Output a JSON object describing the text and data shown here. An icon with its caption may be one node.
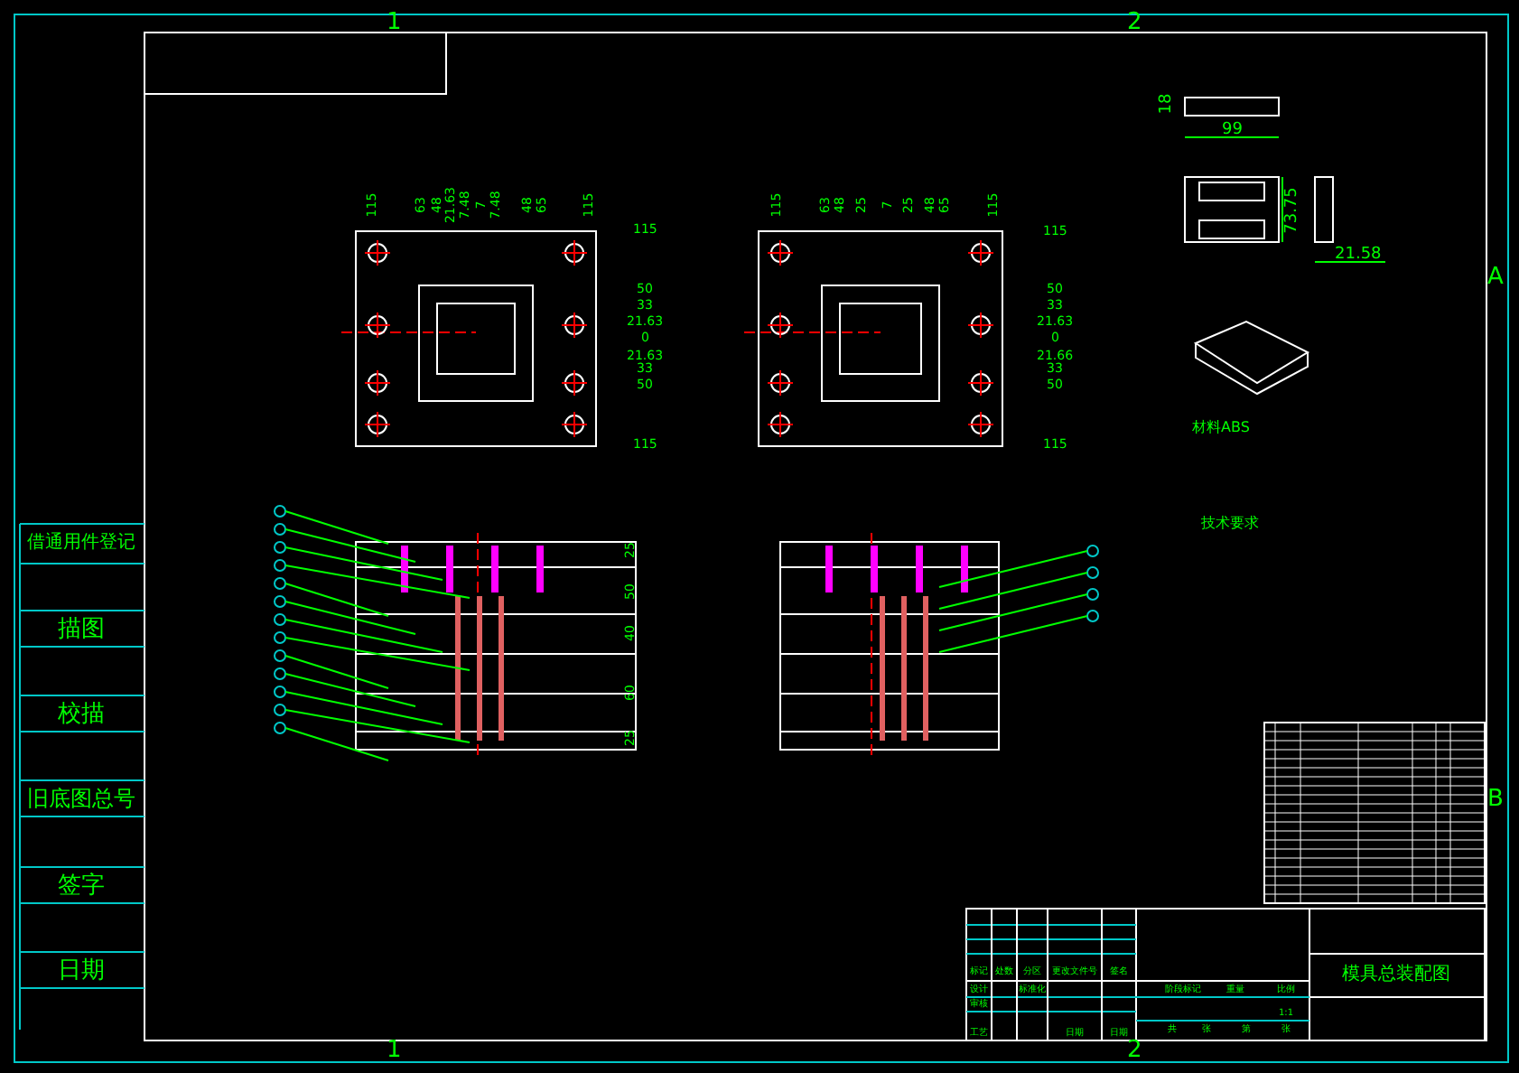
{
  "diagram": {
    "title": "模具总装配图",
    "labels": [
      "1",
      "2",
      "A",
      "B",
      "借通用件登记",
      "描图",
      "校描",
      "旧底图总号",
      "签字",
      "日期",
      "18",
      "99",
      "73.75",
      "21.58",
      "材料ABS",
      "技术要求",
      "115",
      "63",
      "48",
      "21.63",
      "7.48",
      "7",
      "7.48",
      "48",
      "65",
      "115",
      "115",
      "50",
      "33",
      "21.63",
      "0",
      "21.63",
      "33",
      "50",
      "115",
      "115",
      "63",
      "48",
      "25",
      "7",
      "25",
      "48",
      "65",
      "115",
      "115",
      "50",
      "33",
      "21.63",
      "0",
      "21.66",
      "33",
      "50",
      "115",
      "25",
      "50",
      "40",
      "60",
      "25",
      "标记",
      "处数",
      "分区",
      "更改文件号",
      "签名",
      "日期",
      "设计",
      "标准化",
      "审核",
      "工艺",
      "日期",
      "阶段标记",
      "重量",
      "比例",
      "1:1",
      "共",
      "张",
      "第",
      "张",
      "1",
      "2"
    ]
  }
}
